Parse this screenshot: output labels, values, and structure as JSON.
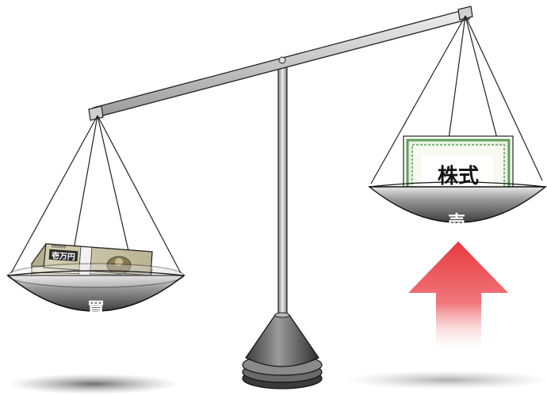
{
  "labels": {
    "left_pan": "買",
    "right_pan": "売",
    "certificate": "株式",
    "banknote": "壱万円",
    "banknote_serial": "00000"
  },
  "icons": {
    "arrow": "upward-arrow-icon",
    "money": "banknote-bundle-icon",
    "certificate": "stock-certificate-icon",
    "scale": "balance-scale-icon"
  },
  "colors": {
    "arrow": "#e8393f",
    "certificate_border": "#5f9d5a",
    "banknote": "#c8c3a4",
    "pan_metal": "#5a5a5a"
  }
}
